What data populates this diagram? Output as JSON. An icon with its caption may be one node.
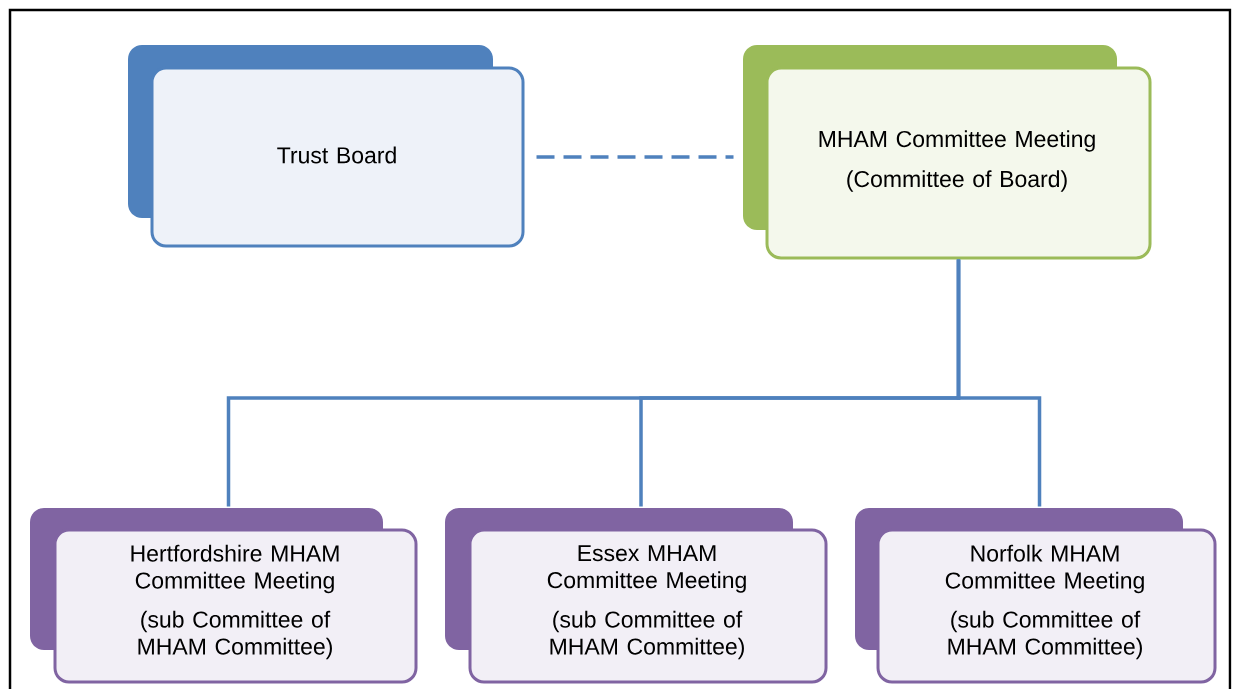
{
  "diagram": {
    "nodes": [
      {
        "text": [
          "Trust Board"
        ]
      },
      {
        "text": [
          "MHAM Committee Meeting",
          "(Committee of Board)"
        ]
      },
      {
        "text": [
          "Hertfordshire MHAM Committee Meeting",
          "(sub Committee of MHAM Committee)"
        ]
      },
      {
        "text": [
          "Essex MHAM Committee Meeting",
          "(sub Committee of MHAM Committee)"
        ]
      },
      {
        "text": [
          "Norfolk MHAM Committee Meeting",
          "(sub Committee of MHAM Committee)"
        ]
      }
    ],
    "edges": [
      {
        "from": 0,
        "to": 1,
        "arrow": "none",
        "style": "dashed"
      },
      {
        "from": 1,
        "to": 2,
        "arrow": "none"
      },
      {
        "from": 1,
        "to": 3,
        "arrow": "none"
      },
      {
        "from": 1,
        "to": 4,
        "arrow": "none"
      }
    ]
  }
}
